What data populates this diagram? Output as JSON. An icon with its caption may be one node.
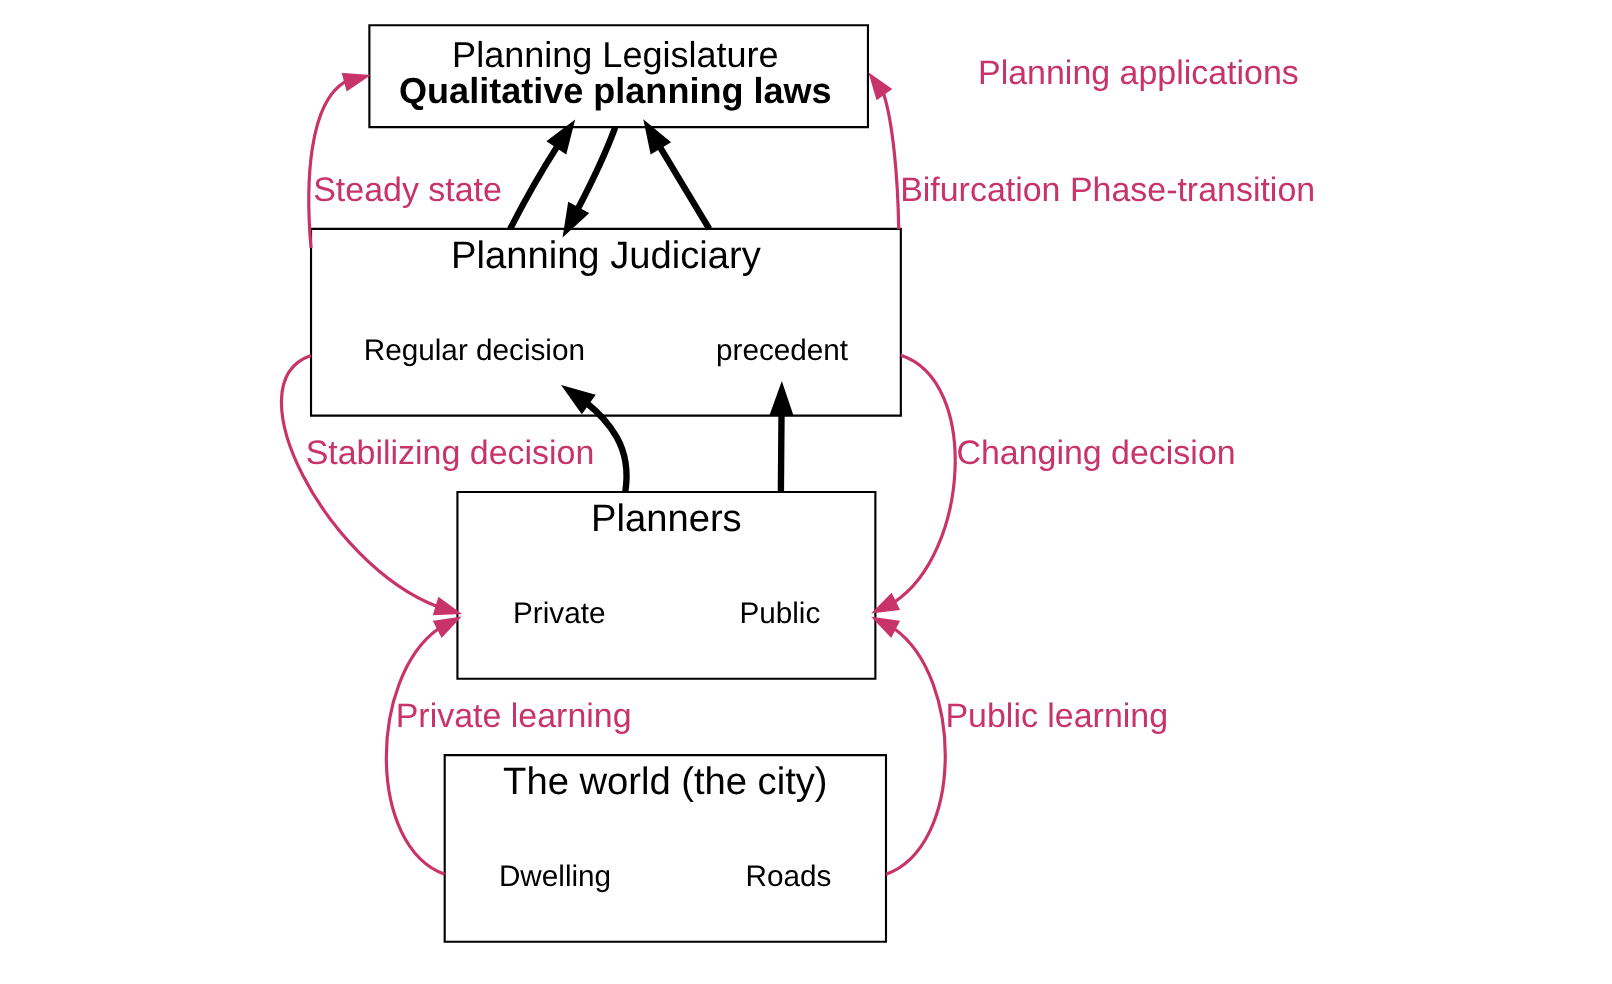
{
  "diagram": {
    "nodes": [
      {
        "text": [
          "Planning Legislature",
          "Qualitative planning laws"
        ]
      },
      {
        "text": [
          "Planning Judiciary"
        ]
      },
      {
        "text": [
          "Regular decision"
        ],
        "in": 1
      },
      {
        "text": [
          "precedent"
        ],
        "in": 1
      },
      {
        "text": [
          "Planners"
        ]
      },
      {
        "text": [
          "Private"
        ],
        "in": 4
      },
      {
        "text": [
          "Public"
        ],
        "in": 4
      },
      {
        "text": [
          "The world (the city)"
        ]
      },
      {
        "text": [
          "Dwelling"
        ],
        "in": 7
      },
      {
        "text": [
          "Roads"
        ],
        "in": 7
      }
    ],
    "edges": [
      {
        "from": 1,
        "to": 0,
        "arrow": "to",
        "label": "Steady state"
      },
      {
        "from": 1,
        "to": 0,
        "arrow": "to",
        "style": "thick",
        "color": "#000000"
      },
      {
        "from": 0,
        "to": 1,
        "arrow": "to",
        "style": "thick",
        "color": "#000000"
      },
      {
        "from": 1,
        "to": 0,
        "arrow": "to",
        "style": "thick",
        "color": "#000000"
      },
      {
        "from": 1,
        "to": 0,
        "arrow": "to",
        "label": "Bifurcation Phase-transition"
      },
      {
        "from": 1,
        "to": 4,
        "arrow": "to",
        "label": "Stabilizing decision"
      },
      {
        "from": 4,
        "to": 2,
        "arrow": "to",
        "style": "thick",
        "color": "#000000"
      },
      {
        "from": 4,
        "to": 3,
        "arrow": "to",
        "style": "thick",
        "color": "#000000"
      },
      {
        "from": 1,
        "to": 4,
        "arrow": "to",
        "label": "Changing decision"
      },
      {
        "from": 7,
        "to": 4,
        "arrow": "to",
        "label": "Private learning"
      },
      {
        "from": 7,
        "to": 4,
        "arrow": "to",
        "label": "Public learning"
      }
    ],
    "labels": [
      "Planning applications"
    ]
  }
}
